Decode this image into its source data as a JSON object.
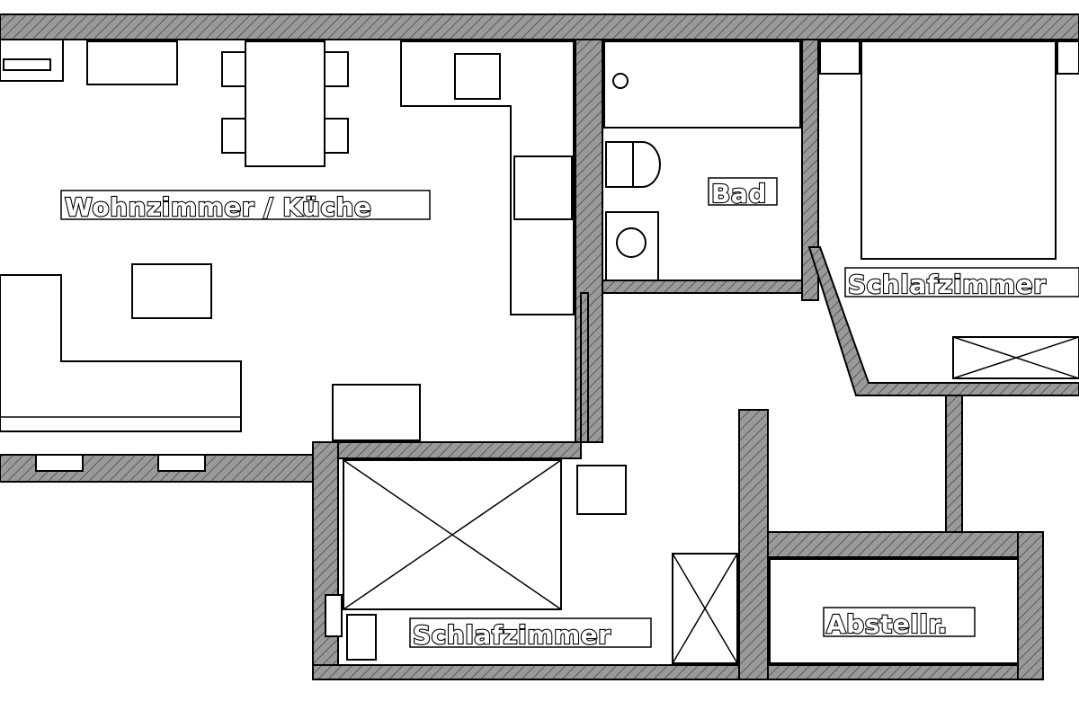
{
  "rooms": {
    "living_kitchen": "Wohnzimmer / Küche",
    "bath": "Bad",
    "bedroom_right": "Schlafzimmer",
    "bedroom_bottom": "Schlafzimmer",
    "storage": "Abstellr."
  }
}
